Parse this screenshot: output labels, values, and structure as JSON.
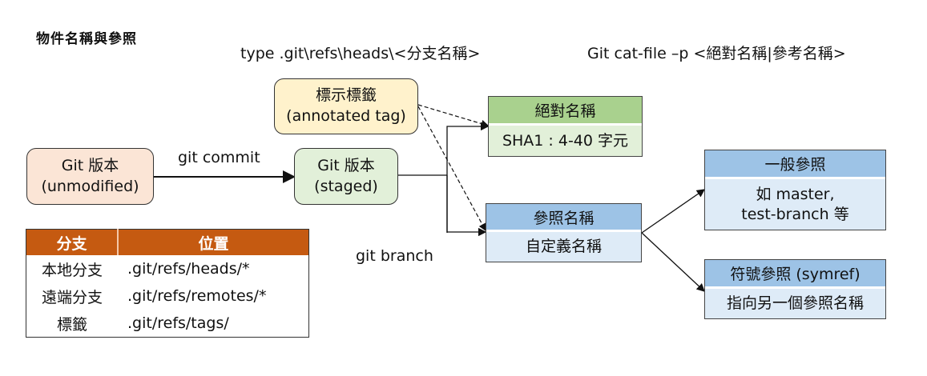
{
  "title": "物件名稱與參照",
  "commands": {
    "type_heads": "type .git\\refs\\heads\\<分支名稱>",
    "cat_file": "Git cat-file –p <絕對名稱|參考名稱>"
  },
  "boxes": {
    "unmodified": {
      "line1": "Git 版本",
      "line2": "(unmodified)",
      "fill": "#fbe5d6"
    },
    "staged": {
      "line1": "Git 版本",
      "line2": "(staged)",
      "fill": "#e2f0d9"
    },
    "annotated_tag": {
      "line1": "標示標籤",
      "line2": "(annotated tag)",
      "fill": "#fff2cc"
    }
  },
  "edge_labels": {
    "commit": "git commit",
    "branch": "git branch"
  },
  "nodes": {
    "absolute_name": {
      "header": "絕對名稱",
      "body": "SHA1 : 4-40 字元",
      "header_fill": "#a9d18e",
      "body_fill": "#e2f0d9"
    },
    "ref_name": {
      "header": "參照名稱",
      "body": "自定義名稱",
      "header_fill": "#9dc3e6",
      "body_fill": "#deebf7"
    },
    "general_ref": {
      "header": "一般參照",
      "body_line1": "如 master,",
      "body_line2": "test-branch 等",
      "header_fill": "#9dc3e6",
      "body_fill": "#deebf7"
    },
    "symref": {
      "header": "符號參照 (symref)",
      "body": "指向另一個參照名稱",
      "header_fill": "#9dc3e6",
      "body_fill": "#deebf7"
    }
  },
  "branch_table": {
    "header_fill": "#c55a11",
    "headers": [
      "分支",
      "位置"
    ],
    "rows": [
      [
        "本地分支",
        ".git/refs/heads/*"
      ],
      [
        "遠端分支",
        ".git/refs/remotes/*"
      ],
      [
        "標籤",
        ".git/refs/tags/"
      ]
    ]
  }
}
